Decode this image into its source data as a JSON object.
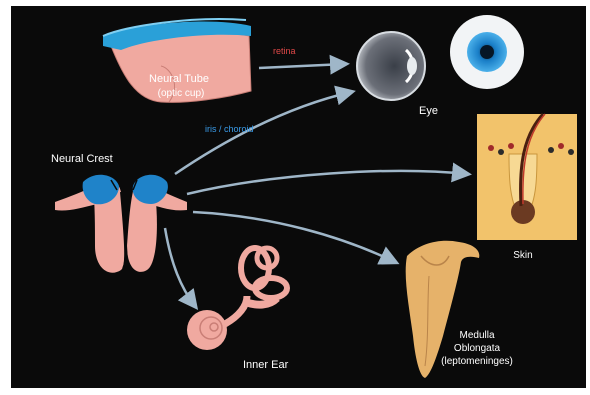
{
  "labels": {
    "neural_tube_line1": "Neural Tube",
    "neural_tube_line2": "(optic cup)",
    "retina": "retina",
    "iris_choroid": "iris / choroid",
    "eye": "Eye",
    "neural_crest": "Neural Crest",
    "skin": "Skin",
    "inner_ear": "Inner Ear",
    "medulla_line1": "Medulla",
    "medulla_line2": "Oblongata",
    "medulla_line3": "(leptomeninges)"
  },
  "colors": {
    "background": "#0a0a0a",
    "tissue_pink": "#f0a9a0",
    "crest_blue": "#1f83c9",
    "skin_tan": "#f2c36b",
    "medulla_tan": "#e6b26a",
    "arrow": "#9fb6c8",
    "retina_label": "#e04848",
    "iris_label": "#3a9be8"
  }
}
